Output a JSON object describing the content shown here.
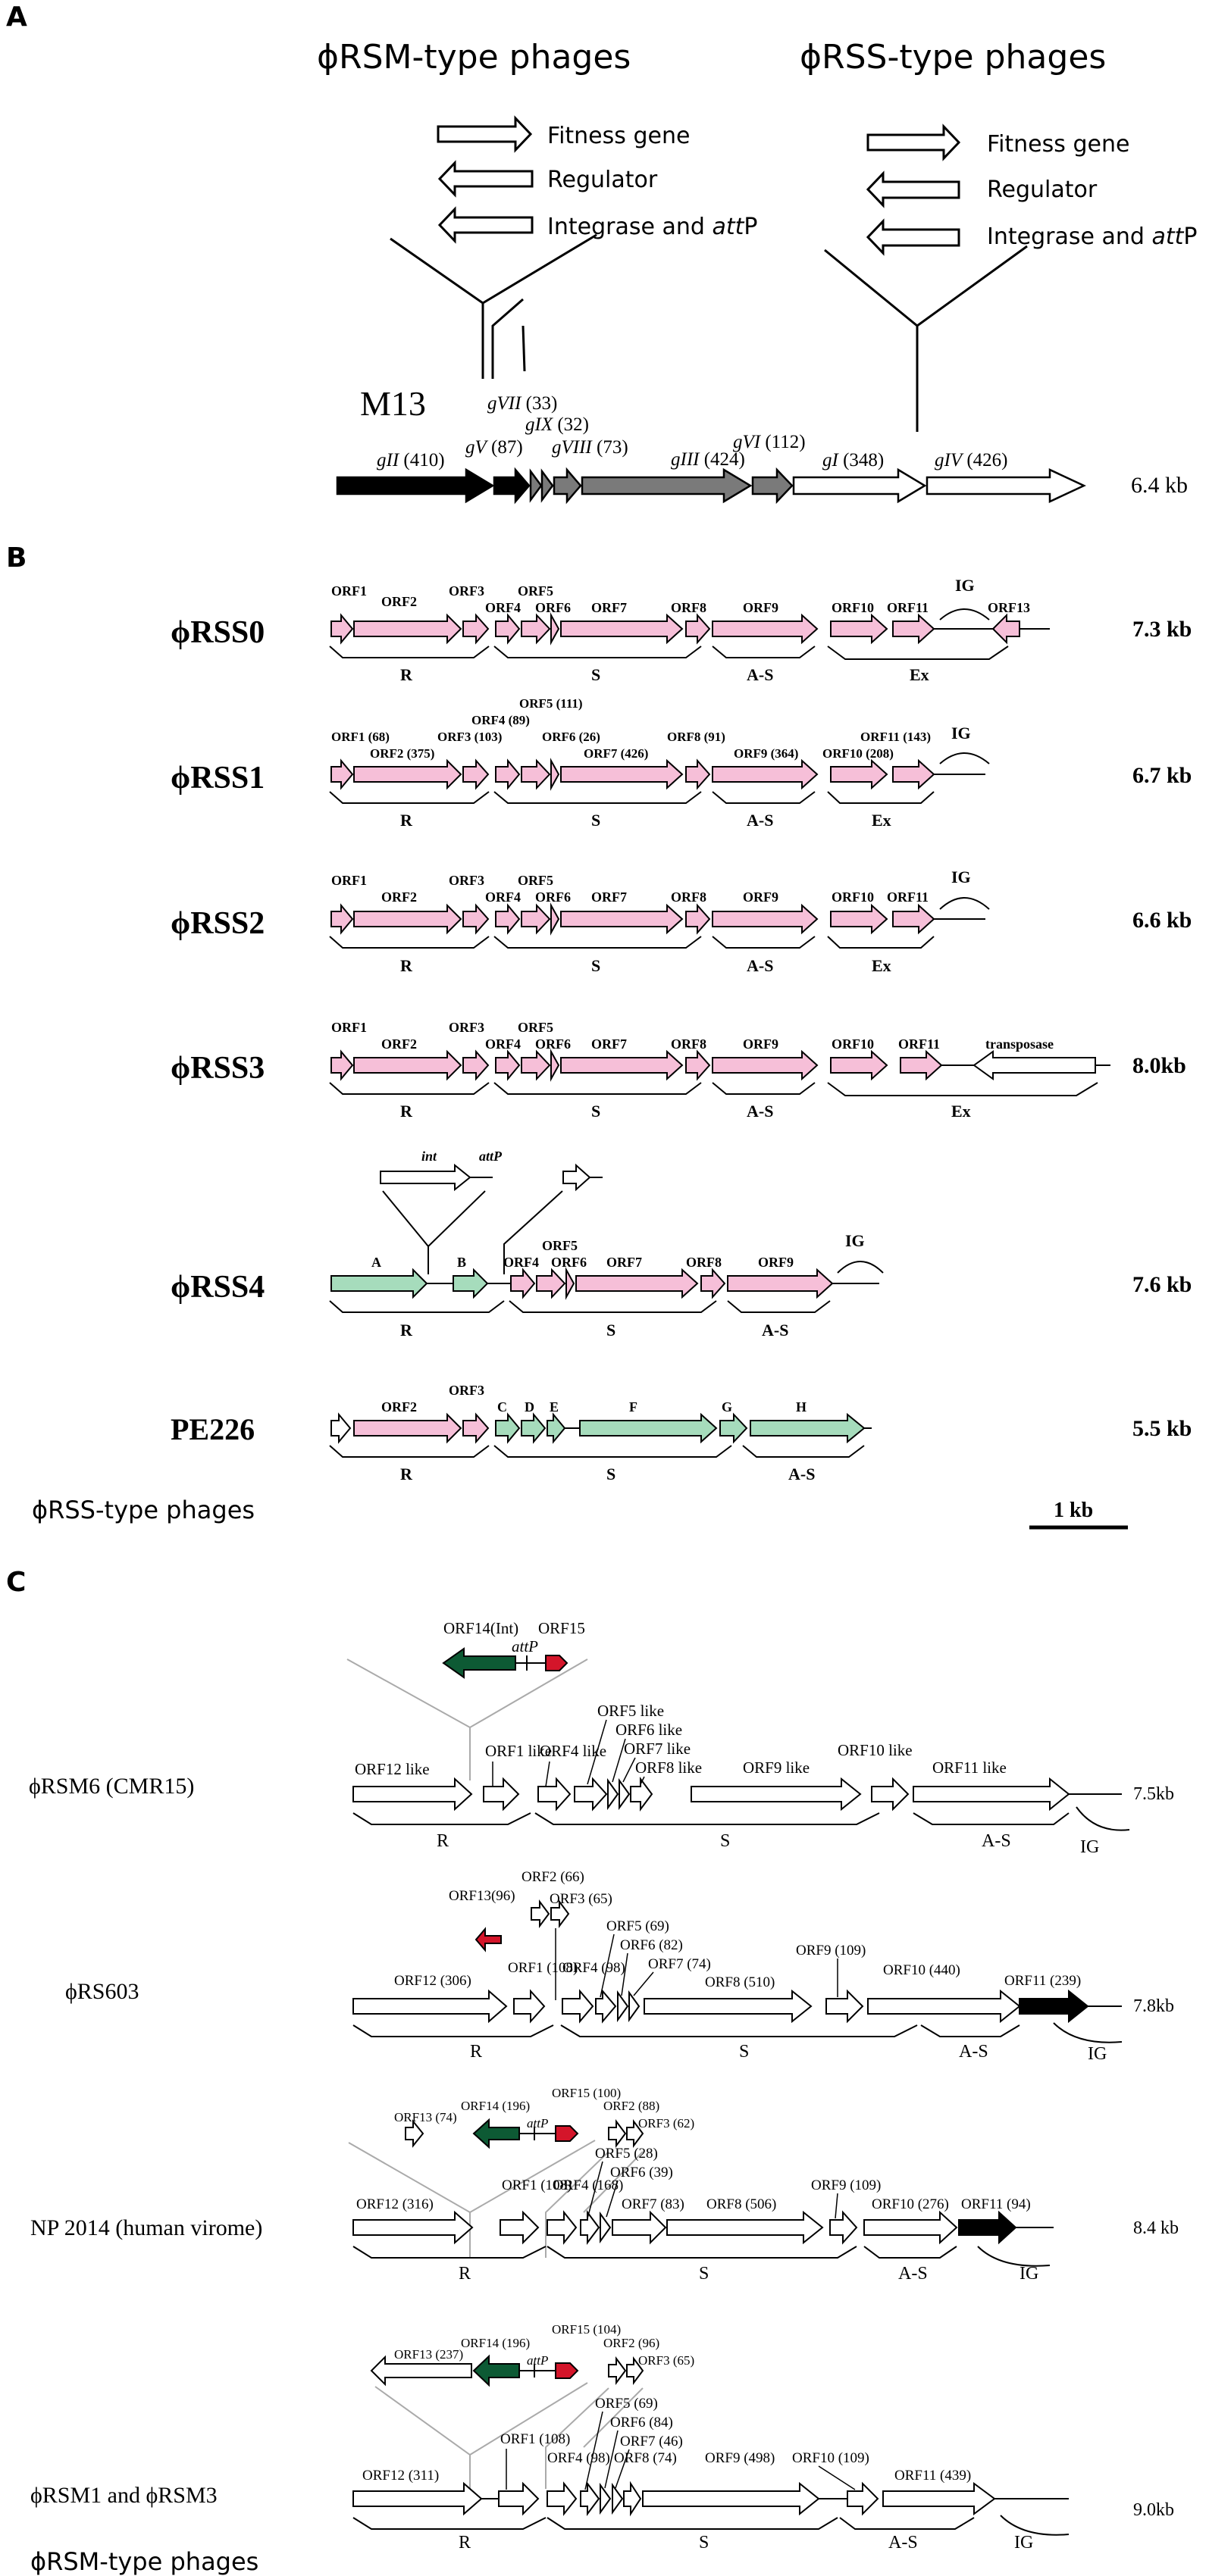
{
  "colors": {
    "pink": "#f6bfd8",
    "green": "#a6dcbc",
    "dark_green": "#0d5a34",
    "red": "#d4152a",
    "gray": "#7a7a7a",
    "black": "#000000",
    "white": "#ffffff"
  },
  "panel_a": {
    "letter": "A",
    "rsm_title": "ϕRSM-type phages",
    "rss_title": "ϕRSS-type phages",
    "legend": {
      "fitness": "Fitness gene",
      "regulator": "Regulator",
      "integrase_pre": "Integrase and ",
      "integrase_att": "att",
      "integrase_post": "P"
    },
    "m13_label": "M13",
    "m13_size": "6.4 kb",
    "genes": {
      "gII": {
        "name": "gII",
        "len": "(410)"
      },
      "gV": {
        "name": "gV",
        "len": "(87)"
      },
      "gVII": {
        "name": "gVII",
        "len": "(33)"
      },
      "gIX": {
        "name": "gIX",
        "len": "(32)"
      },
      "gVIII": {
        "name": "gVIII",
        "len": "(73)"
      },
      "gIII": {
        "name": "gIII",
        "len": "(424)"
      },
      "gVI": {
        "name": "gVI",
        "len": "(112)"
      },
      "gI": {
        "name": "gI",
        "len": "(348)"
      },
      "gIV": {
        "name": "gIV",
        "len": "(426)"
      }
    }
  },
  "panel_b": {
    "letter": "B",
    "footer": "ϕRSS-type phages",
    "scale": "1 kb",
    "rss0": {
      "name": "ϕRSS0",
      "size": "7.3 kb",
      "orfs": [
        "ORF1",
        "ORF2",
        "ORF3",
        "ORF4",
        "ORF5",
        "ORF6",
        "ORF7",
        "ORF8",
        "ORF9",
        "ORF10",
        "ORF11",
        "ORF13"
      ],
      "ig": "IG",
      "modules": [
        "R",
        "S",
        "A-S",
        "Ex"
      ]
    },
    "rss1": {
      "name": "ϕRSS1",
      "size": "6.7 kb",
      "orfs": [
        "ORF1 (68)",
        "ORF2 (375)",
        "ORF3 (103)",
        "ORF4 (89)",
        "ORF5 (111)",
        "ORF6 (26)",
        "ORF7 (426)",
        "ORF8 (91)",
        "ORF9 (364)",
        "ORF10 (208)",
        "ORF11 (143)"
      ],
      "ig": "IG",
      "modules": [
        "R",
        "S",
        "A-S",
        "Ex"
      ]
    },
    "rss2": {
      "name": "ϕRSS2",
      "size": "6.6 kb",
      "orfs": [
        "ORF1",
        "ORF2",
        "ORF3",
        "ORF4",
        "ORF5",
        "ORF6",
        "ORF7",
        "ORF8",
        "ORF9",
        "ORF10",
        "ORF11"
      ],
      "ig": "IG",
      "modules": [
        "R",
        "S",
        "A-S",
        "Ex"
      ]
    },
    "rss3": {
      "name": "ϕRSS3",
      "size": "8.0kb",
      "orfs": [
        "ORF1",
        "ORF2",
        "ORF3",
        "ORF4",
        "ORF5",
        "ORF6",
        "ORF7",
        "ORF8",
        "ORF9",
        "ORF10",
        "ORF11"
      ],
      "transposase": "transposase",
      "modules": [
        "R",
        "S",
        "A-S",
        "Ex"
      ]
    },
    "rss4": {
      "name": "ϕRSS4",
      "size": "7.6 kb",
      "int": "int",
      "attp": "attP",
      "orfs": [
        "A",
        "B",
        "ORF4",
        "ORF5",
        "ORF6",
        "ORF7",
        "ORF8",
        "ORF9"
      ],
      "ig": "IG",
      "modules": [
        "R",
        "S",
        "A-S"
      ]
    },
    "pe226": {
      "name": "PE226",
      "size": "5.5 kb",
      "orfs": [
        "ORF2",
        "ORF3",
        "C",
        "D",
        "E",
        "F",
        "G",
        "H"
      ],
      "modules": [
        "R",
        "S",
        "A-S"
      ]
    }
  },
  "panel_c": {
    "letter": "C",
    "footer": "ϕRSM-type phages",
    "rsm6": {
      "name": "ϕRSM6 (CMR15)",
      "size": "7.5kb",
      "insert": [
        "ORF14(Int)",
        "attP",
        "ORF15"
      ],
      "orfs": [
        "ORF12 like",
        "ORF1 like",
        "ORF4 like",
        "ORF5 like",
        "ORF6 like",
        "ORF7 like",
        "ORF8 like",
        "ORF9 like",
        "ORF10 like",
        "ORF11 like"
      ],
      "ig": "IG",
      "modules": [
        "R",
        "S",
        "A-S"
      ]
    },
    "rs603": {
      "name": "ϕRS603",
      "size": "7.8kb",
      "insert": [
        "ORF13(96)",
        "ORF2 (66)",
        "ORF3 (65)"
      ],
      "orfs": [
        "ORF12 (306)",
        "ORF1 (108)",
        "ORF4 (98)",
        "ORF5 (69)",
        "ORF6 (82)",
        "ORF7 (74)",
        "ORF8 (510)",
        "ORF9 (109)",
        "ORF10 (440)",
        "ORF11 (239)"
      ],
      "ig": "IG",
      "modules": [
        "R",
        "S",
        "A-S"
      ]
    },
    "np2014": {
      "name": "NP 2014 (human virome)",
      "size": "8.4 kb",
      "insert": [
        "ORF13 (74)",
        "ORF14 (196)",
        "attP",
        "ORF15 (100)",
        "ORF2 (88)",
        "ORF3 (62)"
      ],
      "orfs": [
        "ORF12 (316)",
        "ORF1 (108)",
        "ORF4 (168)",
        "ORF5 (28)",
        "ORF6 (39)",
        "ORF7 (83)",
        "ORF8 (506)",
        "ORF9 (109)",
        "ORF10 (276)",
        "ORF11 (94)"
      ],
      "ig": "IG",
      "modules": [
        "R",
        "S",
        "A-S"
      ]
    },
    "rsm1": {
      "name": "ϕRSM1 and ϕRSM3",
      "size": "9.0kb",
      "insert": [
        "ORF13 (237)",
        "ORF14 (196)",
        "attP",
        "ORF15 (104)",
        "ORF2 (96)",
        "ORF3 (65)"
      ],
      "orfs": [
        "ORF12 (311)",
        "ORF1 (108)",
        "ORF4 (98)",
        "ORF5 (69)",
        "ORF6 (84)",
        "ORF7 (46)",
        "ORF8 (74)",
        "ORF9 (498)",
        "ORF10 (109)",
        "ORF11 (439)"
      ],
      "ig": "IG",
      "modules": [
        "R",
        "S",
        "A-S"
      ]
    }
  }
}
